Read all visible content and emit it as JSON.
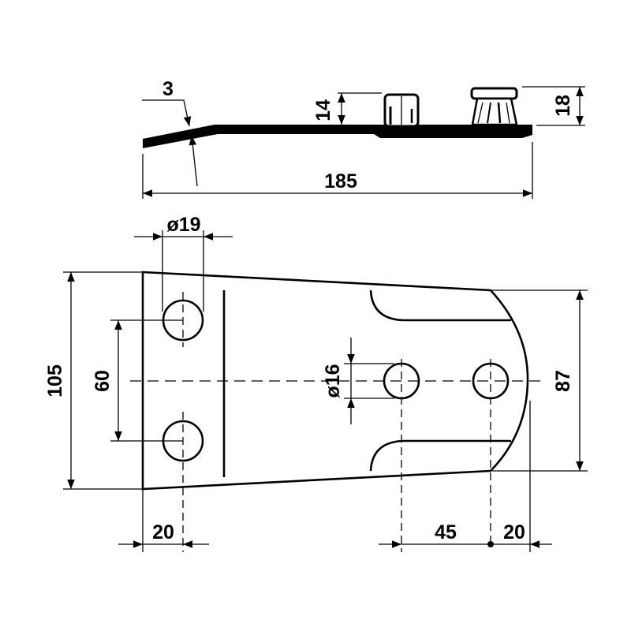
{
  "side_view": {
    "thickness": "3",
    "bolt_height": "14",
    "nut_height": "18",
    "overall_length": "185"
  },
  "plan_view": {
    "large_hole_diameter": "ø19",
    "overall_width": "105",
    "hole_spacing": "60",
    "small_hole_diameter": "ø16",
    "end_width": "87",
    "left_hole_offset": "20",
    "small_hole_spacing": "45",
    "end_hole_offset": "20"
  },
  "colors": {
    "line": "#000000",
    "background": "#ffffff"
  }
}
